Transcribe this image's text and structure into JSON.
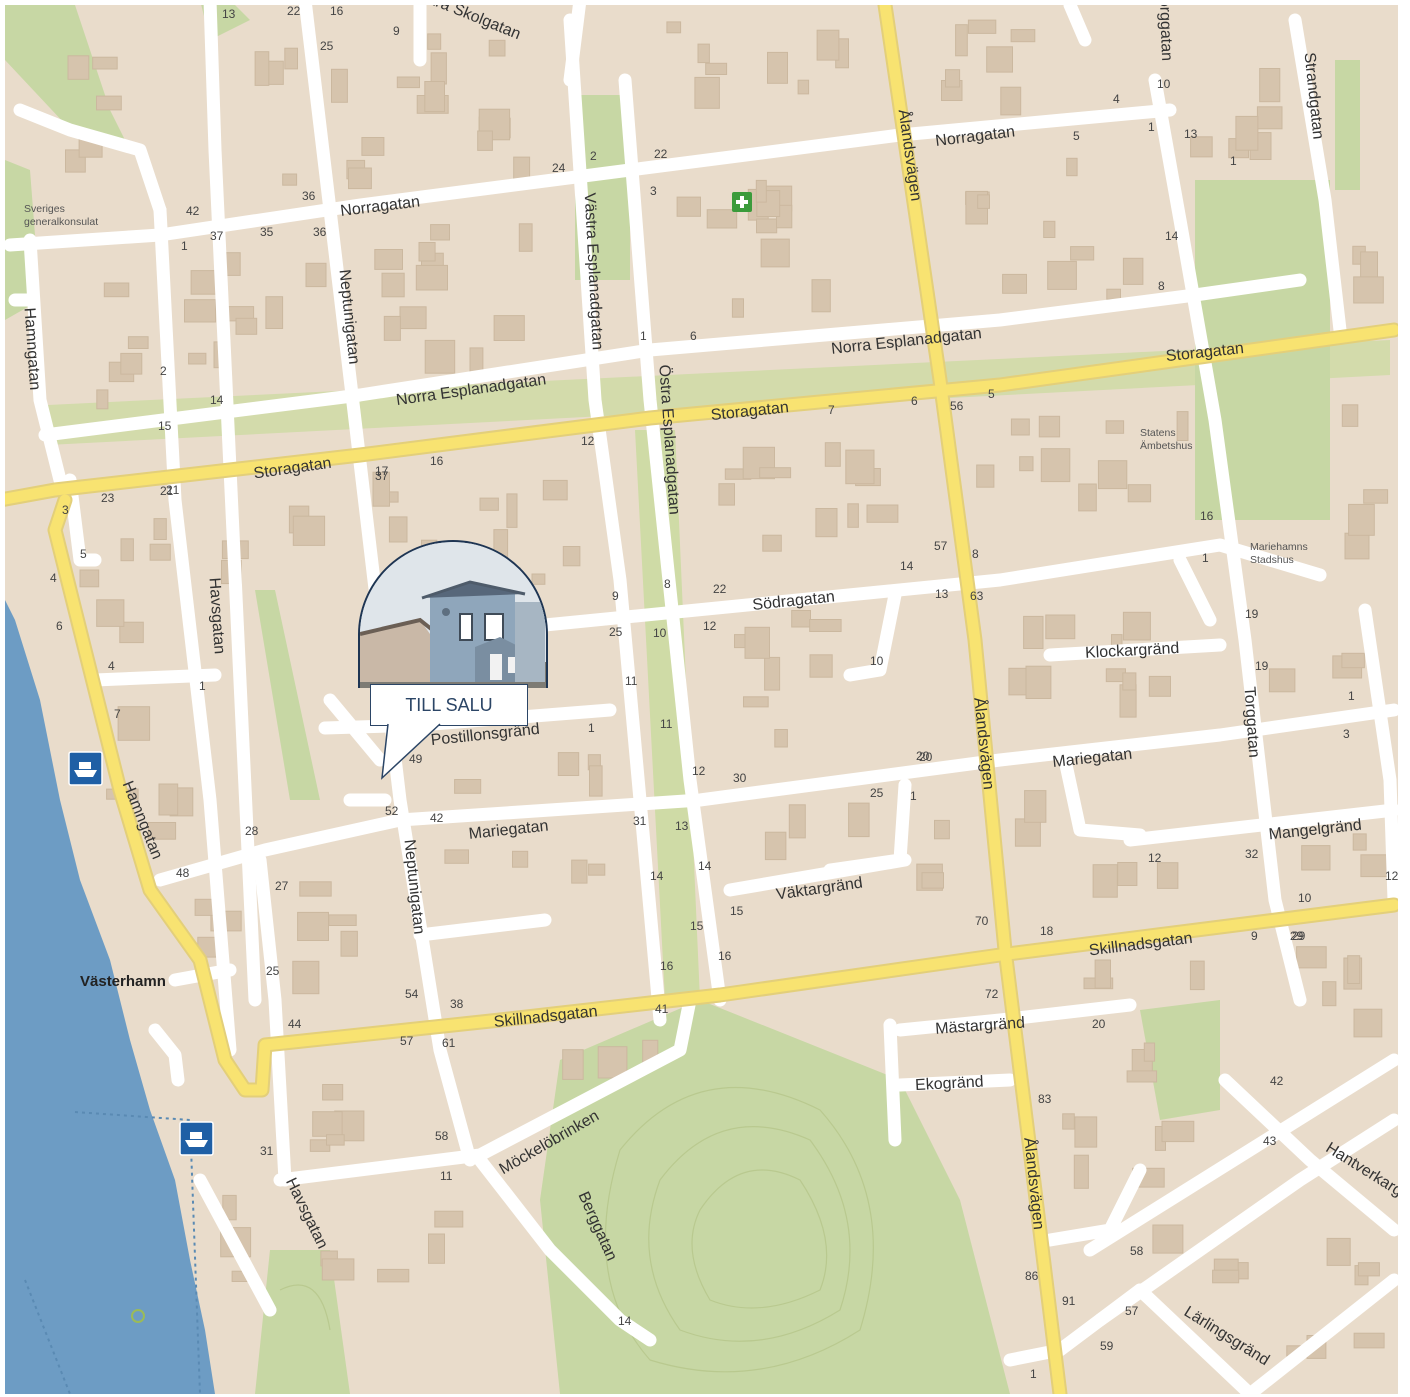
{
  "map": {
    "place": "Västerhamn",
    "streets": [
      "Västra Skolgatan",
      "Norragatan",
      "Norragatan",
      "Ålandsvägen",
      "Västra Esplanadgatan",
      "Neptunigatan",
      "Norra Esplanadgatan",
      "Norra Esplanadgatan",
      "Storagatan",
      "Storagatan",
      "Storagatan",
      "Östra Esplanadgatan",
      "Hamngatan",
      "Havsgatan",
      "Södragatan",
      "Klockargränd",
      "Postillonsgränd",
      "Mariegatan",
      "Mariegatan",
      "Mangelgränd",
      "Väktargränd",
      "Skillnadsgatan",
      "Skillnadsgatan",
      "Mästargränd",
      "Ekogränd",
      "Möckelöbrinken",
      "Berggatan",
      "Havsgatan",
      "Ålandsvägen",
      "Hantverkargatan",
      "Lärlingsgränd",
      "Torggatan",
      "Strandgatan",
      "Neptunigatan",
      "Hamngatan",
      "Ålandsvägen",
      "Torggatan"
    ],
    "pois": {
      "consulate": "Sveriges generalkonsulat",
      "ambetshus": "Statens Ämbetshus",
      "stadshus": "Mariehamns Stadshus"
    },
    "icons": [
      "hospital-cross-icon",
      "ferry-terminal-icon",
      "ferry-terminal-icon"
    ],
    "house_numbers": [
      "13",
      "22",
      "16",
      "25",
      "9",
      "42",
      "37",
      "35",
      "36",
      "36",
      "1",
      "24",
      "22",
      "3",
      "2",
      "4",
      "5",
      "1",
      "13",
      "14",
      "10",
      "8",
      "14",
      "15",
      "16",
      "12",
      "7",
      "6",
      "5",
      "56",
      "37",
      "2",
      "21",
      "23",
      "3",
      "5",
      "4",
      "6",
      "4",
      "1",
      "7",
      "28",
      "48",
      "27",
      "25",
      "44",
      "57",
      "54",
      "38",
      "61",
      "58",
      "11",
      "31",
      "14",
      "13",
      "14",
      "15",
      "15",
      "16",
      "16",
      "41",
      "20",
      "72",
      "70",
      "18",
      "12",
      "9",
      "29",
      "10",
      "12",
      "32",
      "3",
      "1",
      "19",
      "19",
      "16",
      "1",
      "57",
      "63",
      "14",
      "13",
      "8",
      "10",
      "25",
      "20",
      "30",
      "42",
      "52",
      "49",
      "1",
      "1",
      "42",
      "43",
      "29",
      "58",
      "57",
      "59",
      "1",
      "83",
      "86",
      "91",
      "31",
      "14",
      "21",
      "22",
      "8",
      "9",
      "10",
      "11",
      "11",
      "12",
      "12",
      "25",
      "17",
      "20",
      "6",
      "1",
      "1"
    ],
    "colors": {
      "land": "#e9dccb",
      "water": "#6d9cc4",
      "park": "#c7d7a4",
      "main_road": "#f8e371",
      "road": "#ffffff"
    }
  },
  "listing": {
    "label": "TILL SALU"
  }
}
